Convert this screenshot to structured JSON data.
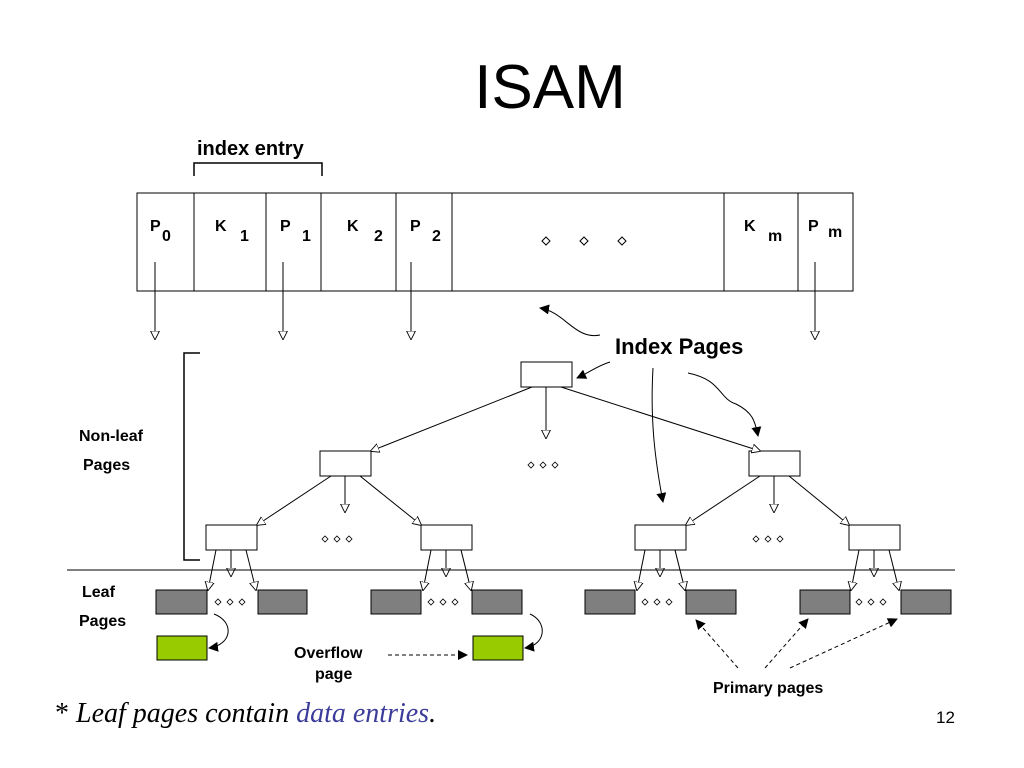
{
  "slide": {
    "title": "ISAM",
    "page_number": "12"
  },
  "index_entry": {
    "label": "index entry",
    "cells": [
      {
        "letter": "P",
        "subscript": "0"
      },
      {
        "letter": "K",
        "subscript": "1"
      },
      {
        "letter": "P",
        "subscript": "1"
      },
      {
        "letter": "K",
        "subscript": "2"
      },
      {
        "letter": "P",
        "subscript": "2"
      },
      {
        "letter": "K",
        "subscript": "m"
      },
      {
        "letter": "P",
        "subscript": "m"
      }
    ]
  },
  "labels": {
    "index_pages": "Index Pages",
    "non_leaf_line1": "Non-leaf",
    "non_leaf_line2": "Pages",
    "leaf_line1": "Leaf",
    "leaf_line2": "Pages",
    "overflow_line1": "Overflow",
    "overflow_line2": "page",
    "primary_pages": "Primary pages"
  },
  "footer": {
    "star": "* ",
    "part1": "Leaf pages contain ",
    "highlight": "data entries",
    "period": "."
  },
  "colors": {
    "leaf_page": "#7f7f7f",
    "overflow_page": "#99cc00",
    "footer_highlight": "#3b3b9a"
  }
}
